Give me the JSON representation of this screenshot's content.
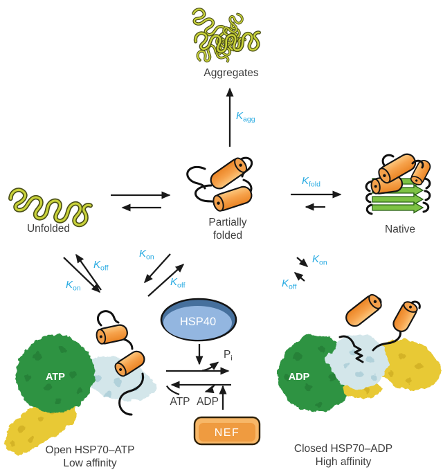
{
  "figure": {
    "states": {
      "aggregates": "Aggregates",
      "unfolded": "Unfolded",
      "partially_folded_line1": "Partially",
      "partially_folded_line2": "folded",
      "native": "Native"
    },
    "rate_constants": {
      "symbol": "K",
      "agg": "agg",
      "fold": "fold",
      "on": "on",
      "off": "off"
    },
    "chaperones": {
      "hsp40": "HSP40",
      "nef": "NEF"
    },
    "nucleotides": {
      "atp_site": "ATP",
      "adp_site": "ADP",
      "atp": "ATP",
      "adp": "ADP",
      "pi_symbol": "P",
      "pi_sub": "i"
    },
    "complexes": {
      "open_title": "Open HSP70–ATP",
      "open_subtitle": "Low affinity",
      "closed_title": "Closed HSP70–ADP",
      "closed_subtitle": "High affinity"
    },
    "colors": {
      "rate_label_cyan": "#29abe2",
      "label_gray": "#3d3d3d",
      "arrow_black": "#1a1a1a",
      "coil_yellow_green": "#c9d23a",
      "coil_outline": "#4a4f17",
      "helix_orange": "#f49a3f",
      "beta_strand_green": "#7dc244",
      "nbd_green": "#2e9342",
      "sbd_light_blue": "#d3e6ea",
      "lid_yellow": "#e8c934",
      "hsp40_fill": "#93b6e0",
      "hsp40_rim": "#46709d",
      "nef_orange": "#ef9b40"
    }
  }
}
